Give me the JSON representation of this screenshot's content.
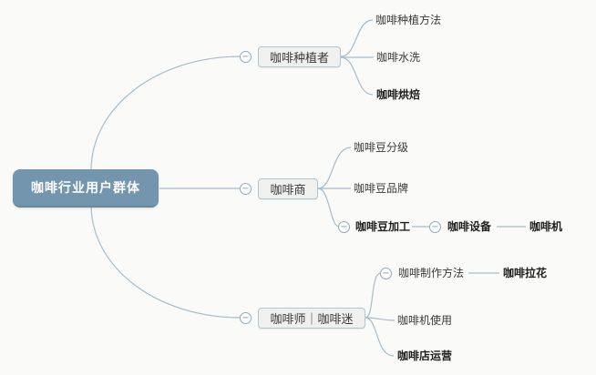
{
  "colors": {
    "canvas_bg": "#fafaf8",
    "line": "#a6bcca",
    "root_bg": "#7495ae",
    "root_text": "#ffffff",
    "node_bg": "#f0f1ef",
    "node_border": "#b3c5d1",
    "text": "#3a3a3a"
  },
  "icons": {
    "collapse": "−"
  },
  "root": {
    "label": "咖啡行业用户群体"
  },
  "branches": [
    {
      "label": "咖啡种植者",
      "children": [
        {
          "label": "咖啡种植方法"
        },
        {
          "label": "咖啡水洗"
        },
        {
          "label": "咖啡烘焙"
        }
      ]
    },
    {
      "label": "咖啡商",
      "children": [
        {
          "label": "咖啡豆分级"
        },
        {
          "label": "咖啡豆品牌"
        },
        {
          "label": "咖啡豆加工",
          "chain": [
            {
              "label": "咖啡设备"
            },
            {
              "label": "咖啡机"
            }
          ]
        }
      ]
    },
    {
      "label": "咖啡师｜咖啡迷",
      "children": [
        {
          "label": "咖啡制作方法",
          "chain": [
            {
              "label": "咖啡拉花"
            }
          ]
        },
        {
          "label": "咖啡机使用"
        },
        {
          "label": "咖啡店运营"
        }
      ]
    }
  ]
}
